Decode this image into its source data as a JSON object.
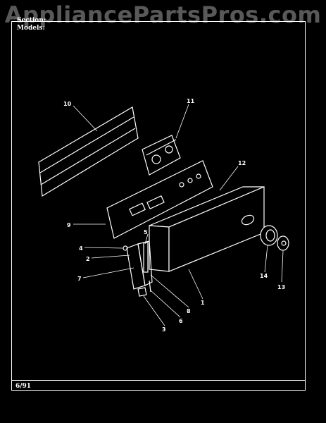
{
  "watermark": "AppliancePartsPros.com",
  "header": {
    "section_label": "Section:",
    "section_value": "",
    "models_label": "Models:",
    "models_value": ""
  },
  "footer": {
    "date": "6/91"
  },
  "callouts": {
    "c1": "1",
    "c2": "2",
    "c3": "3",
    "c4": "4",
    "c5": "5",
    "c6": "6",
    "c7": "7",
    "c8": "8",
    "c9": "9",
    "c10": "10",
    "c11": "11",
    "c12": "12",
    "c13": "13",
    "c14": "14"
  }
}
